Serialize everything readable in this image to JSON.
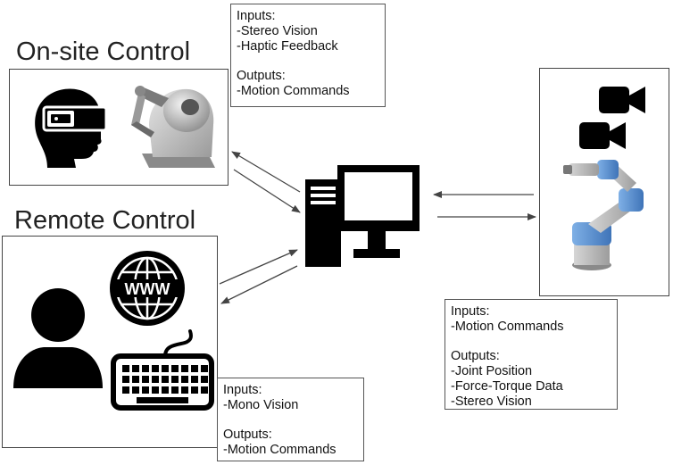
{
  "onsite": {
    "title": "On-site Control",
    "note": {
      "inputs_label": "Inputs:",
      "inputs": [
        "-Stereo Vision",
        "-Haptic Feedback"
      ],
      "outputs_label": "Outputs:",
      "outputs": [
        "-Motion Commands"
      ]
    },
    "icons": [
      "vr-headset-head-icon",
      "haptic-device-icon"
    ]
  },
  "remote": {
    "title": "Remote Control",
    "note": {
      "inputs_label": "Inputs:",
      "inputs": [
        "-Mono Vision"
      ],
      "outputs_label": "Outputs:",
      "outputs": [
        "-Motion Commands"
      ]
    },
    "icons": [
      "user-icon",
      "globe-www-icon",
      "keyboard-icon"
    ],
    "globe_text": "WWW"
  },
  "robot": {
    "note": {
      "inputs_label": "Inputs:",
      "inputs": [
        "-Motion Commands"
      ],
      "outputs_label": "Outputs:",
      "outputs": [
        "-Joint Position",
        "-Force-Torque Data",
        "-Stereo Vision"
      ]
    },
    "icons": [
      "video-camera-icon",
      "video-camera-icon",
      "robot-arm-icon"
    ]
  },
  "center": {
    "icon": "desktop-computer-icon"
  },
  "colors": {
    "stroke": "#444444",
    "icon": "#000000",
    "robot_blue": "#5b8fd0",
    "robot_grey": "#b9b9b9"
  }
}
